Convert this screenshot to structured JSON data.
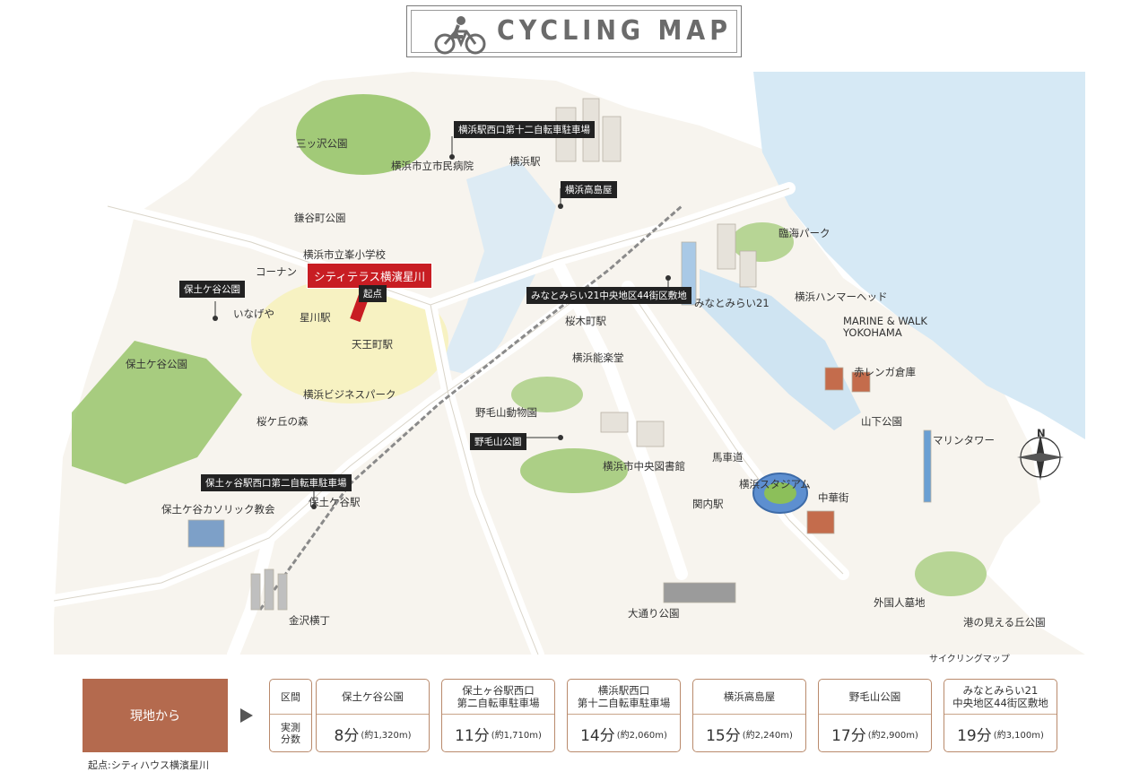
{
  "title": "CYCLING MAP",
  "caption": "サイクリングマップ",
  "map_labels": {
    "mitsuzawa_park": "三ッ沢公園",
    "city_hospital": "横浜市立市民病院",
    "yokohama_station": "横浜駅",
    "kamakura_park": "鎌谷町公園",
    "minemachi_school": "横浜市立峯小学校",
    "konan": "コーナン",
    "inageya": "いなげや",
    "hoshikawa_station": "星川駅",
    "tennocho_station": "天王町駅",
    "hodogaya_park": "保土ケ谷公園",
    "business_park": "横浜ビジネスパーク",
    "sakuragaoka": "桜ケ丘の森",
    "catholic_church": "保土ケ谷カソリック教会",
    "hodogaya_station": "保土ケ谷駅",
    "kanazawa_yokocho": "金沢横丁",
    "rinkai_park": "臨海パーク",
    "minatomirai21": "みなとみらい21",
    "hammerhead": "横浜ハンマーヘッド",
    "marine_walk": "MARINE & WALK\nYOKOHAMA",
    "red_brick": "赤レンガ倉庫",
    "sakuragicho_station": "桜木町駅",
    "nogakudo": "横浜能楽堂",
    "zoo": "野毛山動物園",
    "library": "横浜市中央図書館",
    "bashamichi": "馬車道",
    "stadium": "横浜スタジアム",
    "chinatown": "中華街",
    "kannai_station": "関内駅",
    "yamashita_park": "山下公園",
    "marine_tower": "マリンタワー",
    "odori_park": "大通り公園",
    "foreign_cemetery": "外国人墓地",
    "harbor_view_park": "港の見える丘公園",
    "compass_north": "N"
  },
  "map_tags": {
    "parking_yokohama_west": "横浜駅西口第十二自転車駐車場",
    "takashimaya": "横浜高島屋",
    "start_property": "シティテラス横濱星川",
    "start": "起点",
    "hodogaya_park_tag": "保土ケ谷公園",
    "mm21_lot": "みなとみらい21中央地区44街区敷地",
    "nogeyama_park": "野毛山公園",
    "parking_hodogaya_west": "保土ヶ谷駅西口第二自転車駐車場"
  },
  "table": {
    "origin_label": "現地から",
    "origin_note": "起点:シティハウス横濱星川",
    "header_section": "区間",
    "header_time": "実測\n分数",
    "rows": [
      {
        "name": "保土ケ谷公園",
        "minutes": "8分",
        "distance": "(約1,320m)"
      },
      {
        "name": "保土ヶ谷駅西口\n第二自転車駐車場",
        "minutes": "11分",
        "distance": "(約1,710m)"
      },
      {
        "name": "横浜駅西口\n第十二自転車駐車場",
        "minutes": "14分",
        "distance": "(約2,060m)"
      },
      {
        "name": "横浜高島屋",
        "minutes": "15分",
        "distance": "(約2,240m)"
      },
      {
        "name": "野毛山公園",
        "minutes": "17分",
        "distance": "(約2,900m)"
      },
      {
        "name": "みなとみらい21\n中央地区44街区敷地",
        "minutes": "19分",
        "distance": "(約3,100m)"
      }
    ]
  },
  "colors": {
    "origin_box": "#b46a4e",
    "table_border": "#b98a6c",
    "start_tag": "#c81d23",
    "water": "#d6e9f5",
    "park_green": "#8cbf5a",
    "road": "#ffffff"
  }
}
